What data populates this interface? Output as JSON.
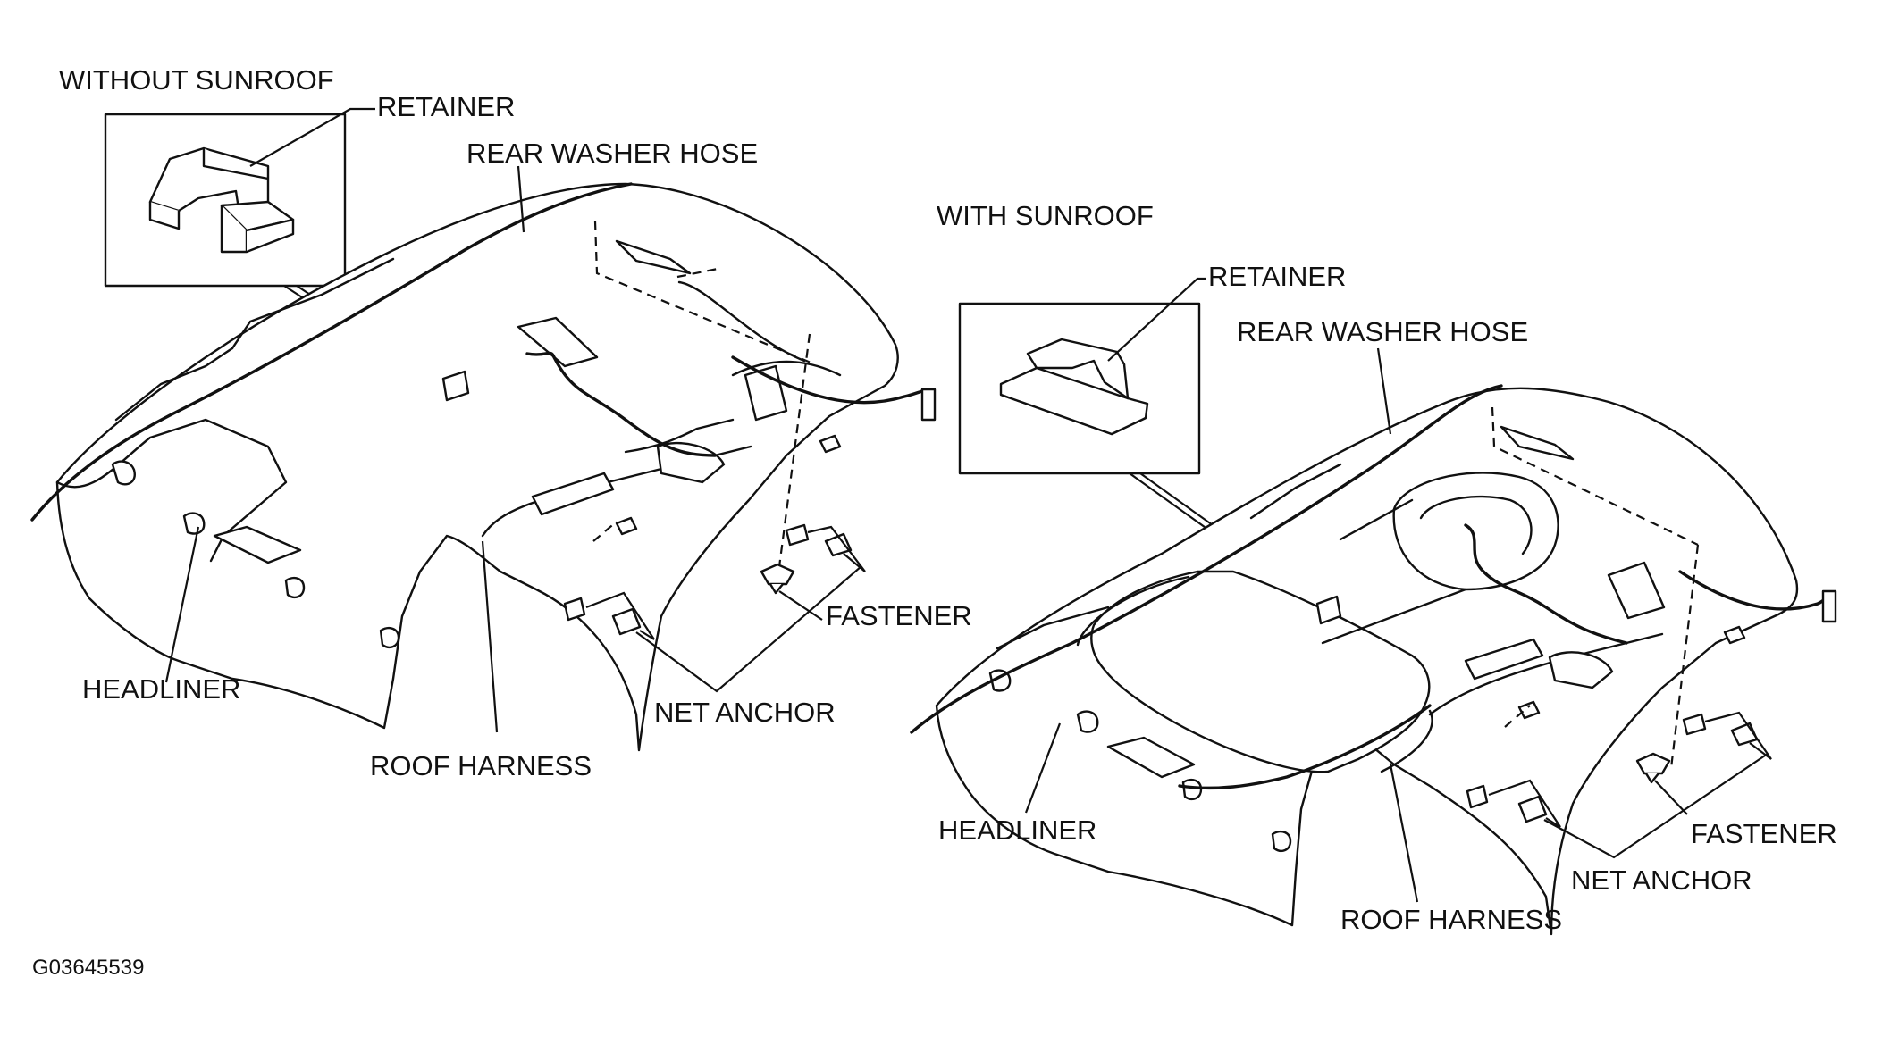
{
  "left_view": {
    "title": "WITHOUT SUNROOF",
    "labels": {
      "retainer": "RETAINER",
      "rear_washer_hose": "REAR WASHER HOSE",
      "fastener": "FASTENER",
      "headliner": "HEADLINER",
      "net_anchor": "NET ANCHOR",
      "roof_harness": "ROOF HARNESS"
    }
  },
  "right_view": {
    "title": "WITH SUNROOF",
    "labels": {
      "retainer": "RETAINER",
      "rear_washer_hose": "REAR WASHER HOSE",
      "fastener": "FASTENER",
      "headliner": "HEADLINER",
      "net_anchor": "NET ANCHOR",
      "roof_harness": "ROOF HARNESS"
    }
  },
  "figure_code": "G03645539"
}
